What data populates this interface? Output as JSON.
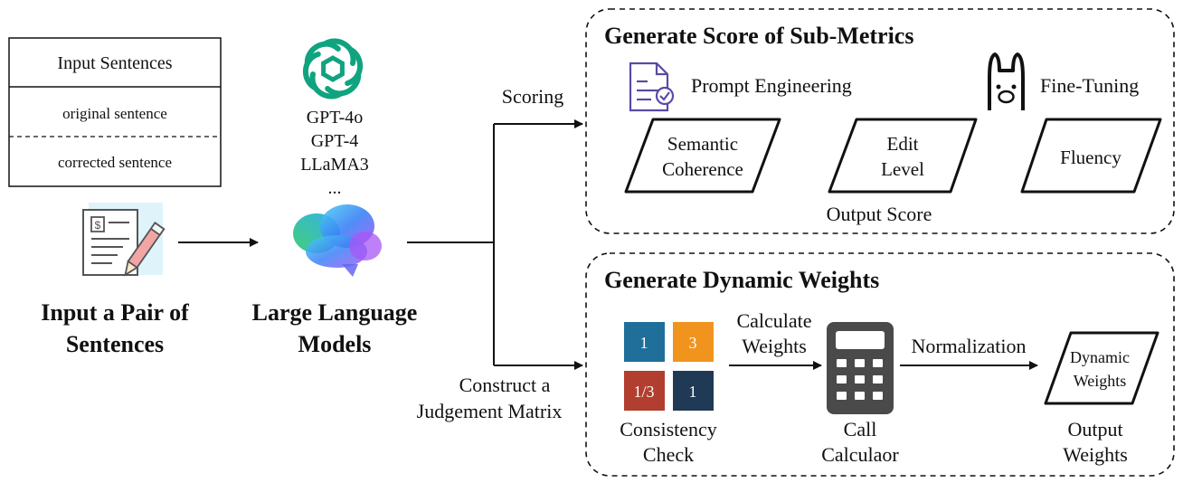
{
  "input_table": {
    "header": "Input Sentences",
    "row1": "original sentence",
    "row2": "corrected sentence"
  },
  "input_caption": {
    "line1": "Input a Pair of",
    "line2": "Sentences"
  },
  "models": {
    "list": [
      "GPT-4o",
      "GPT-4",
      "LLaMA3",
      "..."
    ]
  },
  "llm_caption": {
    "line1": "Large Language",
    "line2": "Models"
  },
  "arrows": {
    "scoring": "Scoring",
    "judgement_line1": "Construct a",
    "judgement_line2": "Judgement Matrix"
  },
  "score_panel": {
    "title": "Generate Score of Sub-Metrics",
    "prompt_label": "Prompt Engineering",
    "finetune_label": "Fine-Tuning",
    "semantic_line1": "Semantic",
    "semantic_line2": "Coherence",
    "edit_line1": "Edit",
    "edit_line2": "Level",
    "fluency": "Fluency",
    "output_score": "Output Score"
  },
  "weights_panel": {
    "title": "Generate Dynamic Weights",
    "matrix": [
      "1",
      "3",
      "1/3",
      "1"
    ],
    "matrix_colors": [
      "#1f6f9a",
      "#f0941e",
      "#b13e2f",
      "#203a55"
    ],
    "consistency_line1": "Consistency",
    "consistency_line2": "Check",
    "calc_weights_line1": "Calculate",
    "calc_weights_line2": "Weights",
    "call_line1": "Call",
    "call_line2": "Calculaor",
    "normalization": "Normalization",
    "dyn_line1": "Dynamic",
    "dyn_line2": "Weights",
    "output_line1": "Output",
    "output_line2": "Weights"
  }
}
